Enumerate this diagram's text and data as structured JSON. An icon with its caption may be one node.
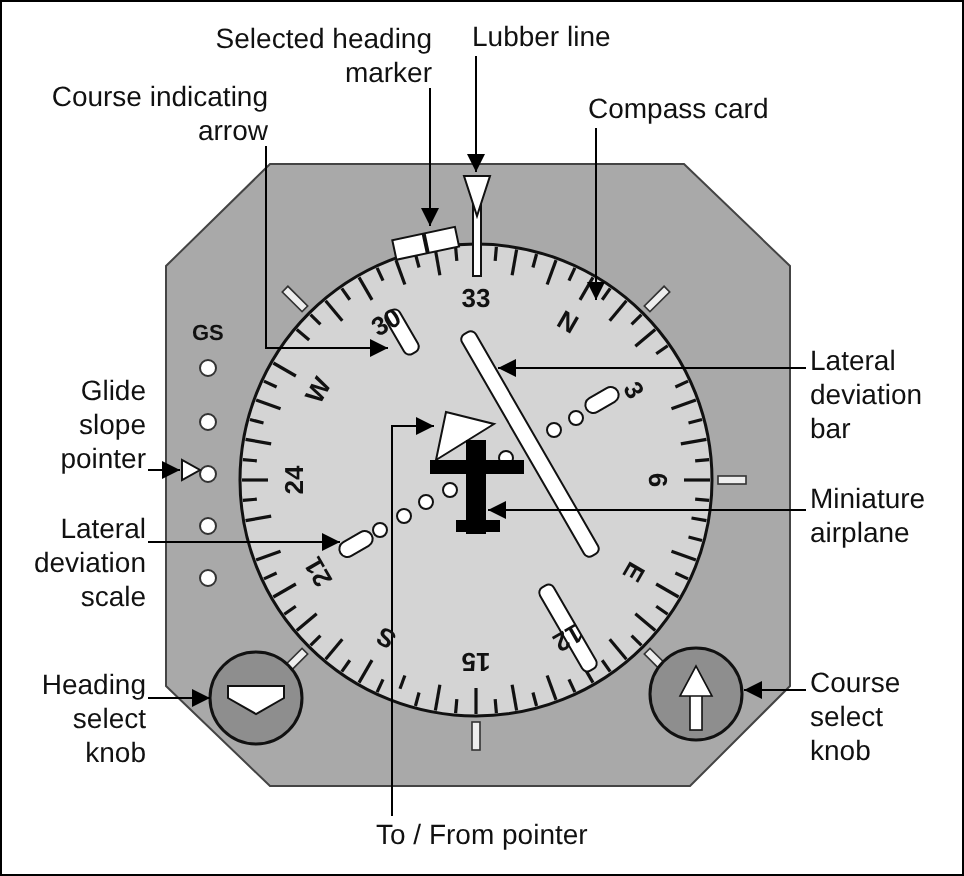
{
  "diagram": {
    "nodes": [
      {
        "text": [
          "Selected heading marker"
        ]
      },
      {
        "text": [
          "Lubber line"
        ]
      },
      {
        "text": [
          "Course indicating arrow"
        ]
      },
      {
        "text": [
          "Compass card"
        ]
      },
      {
        "text": [
          "Glide slope pointer"
        ]
      },
      {
        "text": [
          "Lateral deviation scale"
        ]
      },
      {
        "text": [
          "Heading select knob"
        ]
      },
      {
        "text": [
          "To / From pointer"
        ]
      },
      {
        "text": [
          "Lateral deviation bar"
        ]
      },
      {
        "text": [
          "Miniature airplane"
        ]
      },
      {
        "text": [
          "Course select knob"
        ]
      },
      {
        "text": [],
        "shape": "box"
      },
      {
        "text": [],
        "shape": "bar"
      },
      {
        "text": [],
        "shape": "circle"
      },
      {
        "text": [],
        "shape": "bar",
        "in": 13
      },
      {
        "text": [],
        "shape": "triangle"
      },
      {
        "text": [],
        "shape": "bar",
        "in": 13
      },
      {
        "text": [],
        "shape": "circle"
      },
      {
        "text": [],
        "shape": "triangle",
        "in": 13
      },
      {
        "text": [],
        "shape": "bar",
        "in": 13
      },
      {
        "text": [],
        "shape": "cross",
        "in": 13
      },
      {
        "text": [],
        "shape": "circle"
      }
    ],
    "edges": [
      {
        "from": 0,
        "to": 11,
        "arrow": "to"
      },
      {
        "from": 1,
        "to": 12,
        "arrow": "to"
      },
      {
        "from": 2,
        "to": 14,
        "arrow": "to"
      },
      {
        "from": 3,
        "to": 13,
        "arrow": "to"
      },
      {
        "from": 4,
        "to": 15,
        "arrow": "to"
      },
      {
        "from": 5,
        "to": 16,
        "arrow": "to"
      },
      {
        "from": 6,
        "to": 17,
        "arrow": "to"
      },
      {
        "from": 7,
        "to": 18,
        "arrow": "to"
      },
      {
        "from": 8,
        "to": 19,
        "arrow": "to"
      },
      {
        "from": 9,
        "to": 20,
        "arrow": "to"
      },
      {
        "from": 10,
        "to": 21,
        "arrow": "to"
      }
    ],
    "labels": [
      "GS",
      "33",
      "N",
      "3",
      "6",
      "E",
      "12",
      "15",
      "S",
      "21",
      "24",
      "W",
      "30"
    ]
  }
}
